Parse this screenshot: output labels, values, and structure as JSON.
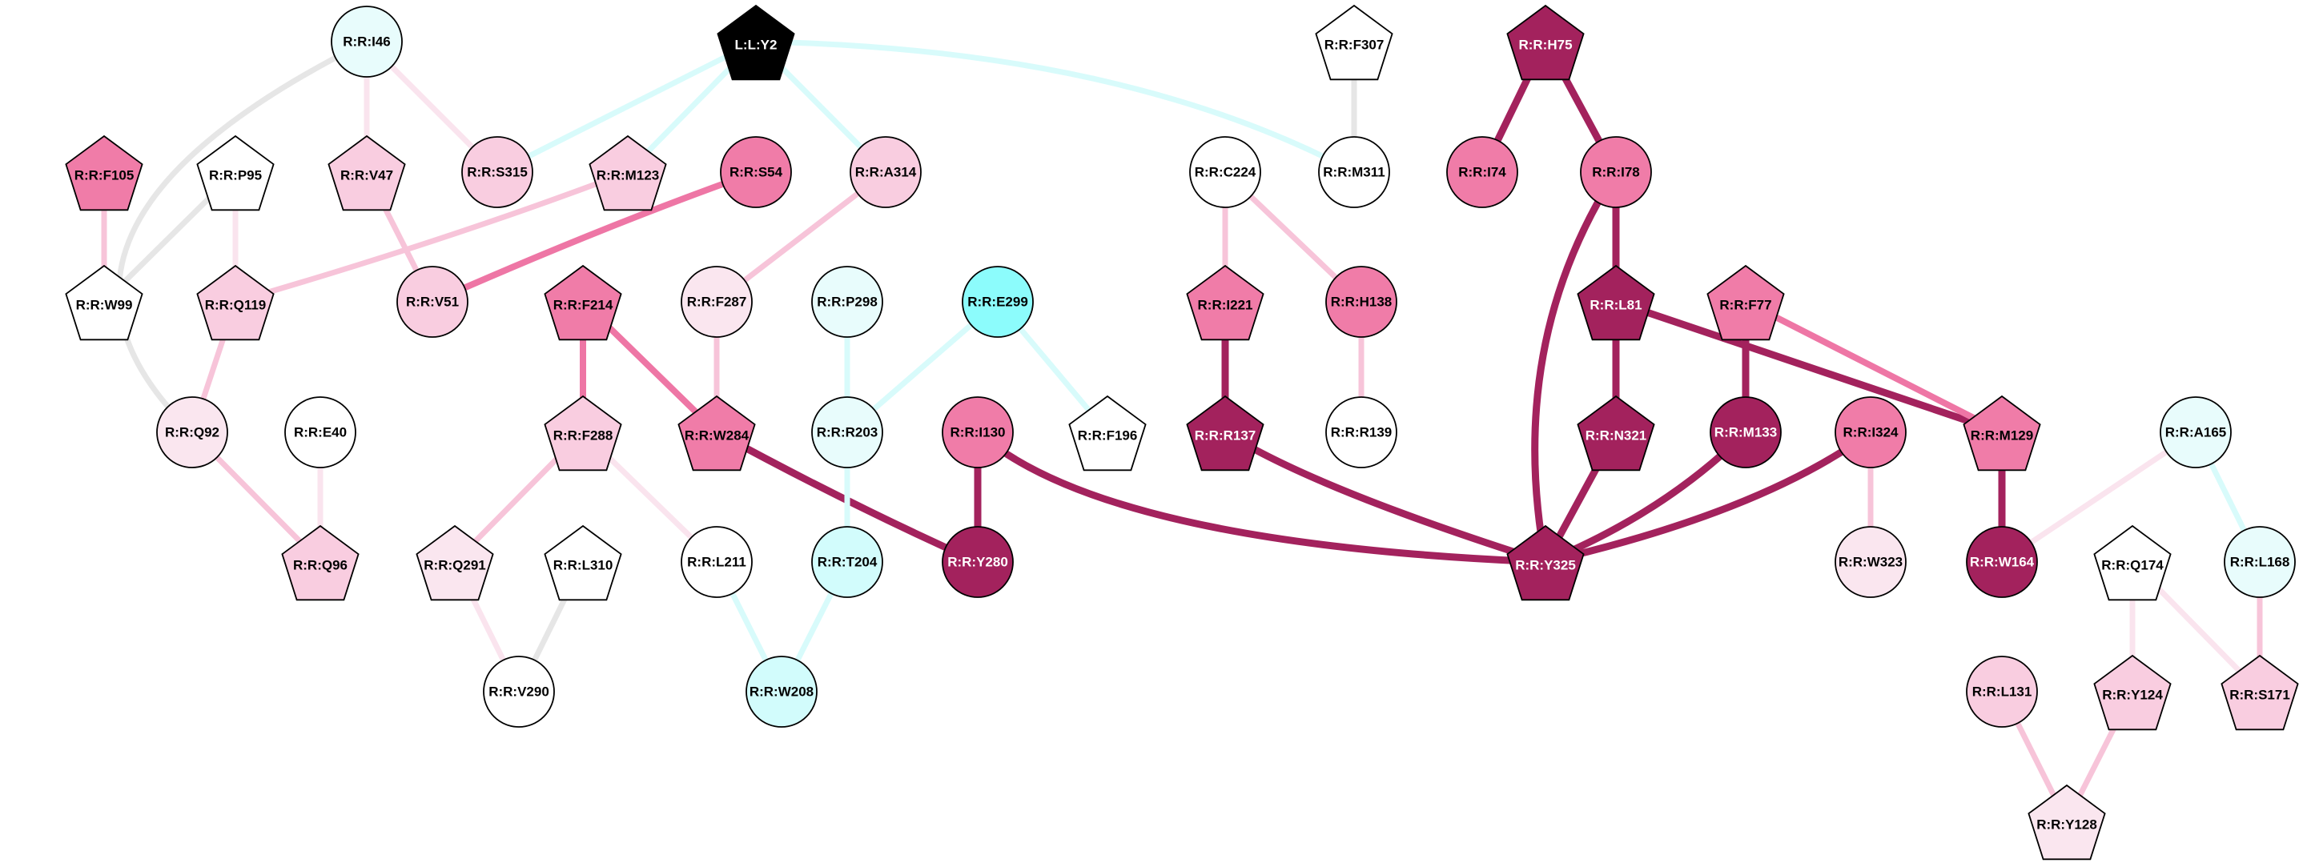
{
  "colors": {
    "white": "#ffffff",
    "black": "#000000",
    "cyan_strong": "#8cfcfc",
    "cyan_light": "#d2fcfc",
    "cyan_faint": "#e8fcfc",
    "pink_faint": "#fae6ef",
    "pink_light": "#f9cde0",
    "pink_mid": "#f07ca8",
    "magenta": "#a3225d",
    "edge_grey": "#e6e6e6",
    "edge_cyan": "#d8fbfb",
    "edge_cyan_faint": "#e8fcfc",
    "edge_pink_faint": "#fae4ee",
    "edge_pink_light": "#f7c4d9",
    "edge_pink_mid": "#ee76a5",
    "edge_magenta": "#a3225d"
  },
  "nodes": [
    {
      "id": "L:L:Y2",
      "shape": "pentagon",
      "fill": "black",
      "text": "white"
    },
    {
      "id": "R:R:I46",
      "shape": "circle",
      "fill": "cyan_faint"
    },
    {
      "id": "R:R:F105",
      "shape": "pentagon",
      "fill": "pink_mid"
    },
    {
      "id": "R:R:P95",
      "shape": "pentagon",
      "fill": "white"
    },
    {
      "id": "R:R:V47",
      "shape": "pentagon",
      "fill": "pink_light"
    },
    {
      "id": "R:R:S315",
      "shape": "circle",
      "fill": "pink_light"
    },
    {
      "id": "R:R:M123",
      "shape": "pentagon",
      "fill": "pink_light"
    },
    {
      "id": "R:R:S54",
      "shape": "circle",
      "fill": "pink_mid"
    },
    {
      "id": "R:R:A314",
      "shape": "circle",
      "fill": "pink_light"
    },
    {
      "id": "R:R:W99",
      "shape": "pentagon",
      "fill": "white"
    },
    {
      "id": "R:R:Q119",
      "shape": "pentagon",
      "fill": "pink_light"
    },
    {
      "id": "R:R:V51",
      "shape": "circle",
      "fill": "pink_light"
    },
    {
      "id": "R:R:F214",
      "shape": "pentagon",
      "fill": "pink_mid"
    },
    {
      "id": "R:R:F287",
      "shape": "circle",
      "fill": "pink_faint"
    },
    {
      "id": "R:R:P298",
      "shape": "circle",
      "fill": "cyan_faint"
    },
    {
      "id": "R:R:E299",
      "shape": "circle",
      "fill": "cyan_strong"
    },
    {
      "id": "R:R:Q92",
      "shape": "circle",
      "fill": "pink_faint"
    },
    {
      "id": "R:R:E40",
      "shape": "circle",
      "fill": "white"
    },
    {
      "id": "R:R:F288",
      "shape": "pentagon",
      "fill": "pink_light"
    },
    {
      "id": "R:R:W284",
      "shape": "pentagon",
      "fill": "pink_mid"
    },
    {
      "id": "R:R:R203",
      "shape": "circle",
      "fill": "cyan_faint"
    },
    {
      "id": "R:R:F196",
      "shape": "pentagon",
      "fill": "white"
    },
    {
      "id": "R:R:I130",
      "shape": "circle",
      "fill": "pink_mid"
    },
    {
      "id": "R:R:Q96",
      "shape": "pentagon",
      "fill": "pink_light"
    },
    {
      "id": "R:R:Q291",
      "shape": "pentagon",
      "fill": "pink_faint"
    },
    {
      "id": "R:R:L310",
      "shape": "pentagon",
      "fill": "white"
    },
    {
      "id": "R:R:L211",
      "shape": "circle",
      "fill": "white"
    },
    {
      "id": "R:R:T204",
      "shape": "circle",
      "fill": "cyan_light"
    },
    {
      "id": "R:R:Y280",
      "shape": "circle",
      "fill": "magenta",
      "text": "white"
    },
    {
      "id": "R:R:V290",
      "shape": "circle",
      "fill": "white"
    },
    {
      "id": "R:R:W208",
      "shape": "circle",
      "fill": "cyan_light"
    },
    {
      "id": "R:R:F307",
      "shape": "pentagon",
      "fill": "white"
    },
    {
      "id": "R:R:M311",
      "shape": "circle",
      "fill": "white"
    },
    {
      "id": "R:R:C224",
      "shape": "circle",
      "fill": "white"
    },
    {
      "id": "R:R:I221",
      "shape": "pentagon",
      "fill": "pink_mid"
    },
    {
      "id": "R:R:H138",
      "shape": "circle",
      "fill": "pink_mid"
    },
    {
      "id": "R:R:R137",
      "shape": "pentagon",
      "fill": "magenta",
      "text": "white"
    },
    {
      "id": "R:R:R139",
      "shape": "circle",
      "fill": "white"
    },
    {
      "id": "R:R:H75",
      "shape": "pentagon",
      "fill": "magenta",
      "text": "white"
    },
    {
      "id": "R:R:I74",
      "shape": "circle",
      "fill": "pink_mid"
    },
    {
      "id": "R:R:I78",
      "shape": "circle",
      "fill": "pink_mid"
    },
    {
      "id": "R:R:L81",
      "shape": "pentagon",
      "fill": "magenta",
      "text": "white"
    },
    {
      "id": "R:R:F77",
      "shape": "pentagon",
      "fill": "pink_mid"
    },
    {
      "id": "R:R:N321",
      "shape": "pentagon",
      "fill": "magenta",
      "text": "white"
    },
    {
      "id": "R:R:M133",
      "shape": "circle",
      "fill": "magenta",
      "text": "white"
    },
    {
      "id": "R:R:I324",
      "shape": "circle",
      "fill": "pink_mid"
    },
    {
      "id": "R:R:M129",
      "shape": "pentagon",
      "fill": "pink_mid"
    },
    {
      "id": "R:R:Y325",
      "shape": "pentagon",
      "fill": "magenta",
      "text": "white"
    },
    {
      "id": "R:R:W323",
      "shape": "circle",
      "fill": "pink_faint"
    },
    {
      "id": "R:R:W164",
      "shape": "circle",
      "fill": "magenta",
      "text": "white"
    },
    {
      "id": "R:R:A165",
      "shape": "circle",
      "fill": "cyan_faint"
    },
    {
      "id": "R:R:Q174",
      "shape": "pentagon",
      "fill": "white"
    },
    {
      "id": "R:R:L168",
      "shape": "circle",
      "fill": "cyan_faint"
    },
    {
      "id": "R:R:L131",
      "shape": "circle",
      "fill": "pink_light"
    },
    {
      "id": "R:R:Y124",
      "shape": "pentagon",
      "fill": "pink_light"
    },
    {
      "id": "R:R:S171",
      "shape": "pentagon",
      "fill": "pink_light"
    },
    {
      "id": "R:R:Y128",
      "shape": "pentagon",
      "fill": "pink_faint"
    }
  ],
  "edges": [
    {
      "from": "L:L:Y2",
      "to": "R:R:S315",
      "color": "edge_cyan",
      "weight": 2
    },
    {
      "from": "L:L:Y2",
      "to": "R:R:M123",
      "color": "edge_cyan",
      "weight": 2
    },
    {
      "from": "L:L:Y2",
      "to": "R:R:A314",
      "color": "edge_cyan",
      "weight": 2
    },
    {
      "from": "L:L:Y2",
      "to": "R:R:M311",
      "color": "edge_cyan",
      "weight": 2
    },
    {
      "from": "R:R:I46",
      "to": "R:R:V47",
      "color": "edge_pink_faint",
      "weight": 2
    },
    {
      "from": "R:R:I46",
      "to": "R:R:S315",
      "color": "edge_pink_faint",
      "weight": 2
    },
    {
      "from": "R:R:I46",
      "to": "R:R:Q92",
      "color": "edge_grey",
      "weight": 2
    },
    {
      "from": "R:R:F105",
      "to": "R:R:W99",
      "color": "edge_pink_light",
      "weight": 2
    },
    {
      "from": "R:R:P95",
      "to": "R:R:W99",
      "color": "edge_grey",
      "weight": 2
    },
    {
      "from": "R:R:P95",
      "to": "R:R:Q119",
      "color": "edge_pink_faint",
      "weight": 2
    },
    {
      "from": "R:R:V47",
      "to": "R:R:V51",
      "color": "edge_pink_light",
      "weight": 2
    },
    {
      "from": "R:R:M123",
      "to": "R:R:Q119",
      "color": "edge_pink_light",
      "weight": 2
    },
    {
      "from": "R:R:S54",
      "to": "R:R:V51",
      "color": "edge_pink_mid",
      "weight": 3
    },
    {
      "from": "R:R:A314",
      "to": "R:R:F287",
      "color": "edge_pink_light",
      "weight": 2
    },
    {
      "from": "R:R:Q119",
      "to": "R:R:Q92",
      "color": "edge_pink_light",
      "weight": 2
    },
    {
      "from": "R:R:Q92",
      "to": "R:R:Q96",
      "color": "edge_pink_light",
      "weight": 2
    },
    {
      "from": "R:R:E40",
      "to": "R:R:Q96",
      "color": "edge_pink_faint",
      "weight": 2
    },
    {
      "from": "R:R:F214",
      "to": "R:R:F288",
      "color": "edge_pink_mid",
      "weight": 3
    },
    {
      "from": "R:R:F214",
      "to": "R:R:W284",
      "color": "edge_pink_mid",
      "weight": 3
    },
    {
      "from": "R:R:F287",
      "to": "R:R:W284",
      "color": "edge_pink_light",
      "weight": 2
    },
    {
      "from": "R:R:P298",
      "to": "R:R:R203",
      "color": "edge_cyan",
      "weight": 2
    },
    {
      "from": "R:R:E299",
      "to": "R:R:R203",
      "color": "edge_cyan",
      "weight": 2
    },
    {
      "from": "R:R:E299",
      "to": "R:R:F196",
      "color": "edge_cyan",
      "weight": 2
    },
    {
      "from": "R:R:F288",
      "to": "R:R:Q291",
      "color": "edge_pink_light",
      "weight": 2
    },
    {
      "from": "R:R:F288",
      "to": "R:R:L211",
      "color": "edge_pink_faint",
      "weight": 2
    },
    {
      "from": "R:R:W284",
      "to": "R:R:Y280",
      "color": "edge_magenta",
      "weight": 4
    },
    {
      "from": "R:R:R203",
      "to": "R:R:T204",
      "color": "edge_cyan",
      "weight": 2
    },
    {
      "from": "R:R:I130",
      "to": "R:R:Y280",
      "color": "edge_magenta",
      "weight": 4
    },
    {
      "from": "R:R:I130",
      "to": "R:R:Y325",
      "color": "edge_magenta",
      "weight": 4
    },
    {
      "from": "R:R:Q291",
      "to": "R:R:V290",
      "color": "edge_pink_faint",
      "weight": 2
    },
    {
      "from": "R:R:L310",
      "to": "R:R:V290",
      "color": "edge_grey",
      "weight": 2
    },
    {
      "from": "R:R:L211",
      "to": "R:R:W208",
      "color": "edge_cyan",
      "weight": 2
    },
    {
      "from": "R:R:T204",
      "to": "R:R:W208",
      "color": "edge_cyan",
      "weight": 2
    },
    {
      "from": "R:R:F307",
      "to": "R:R:M311",
      "color": "edge_grey",
      "weight": 2
    },
    {
      "from": "R:R:C224",
      "to": "R:R:I221",
      "color": "edge_pink_light",
      "weight": 2
    },
    {
      "from": "R:R:C224",
      "to": "R:R:H138",
      "color": "edge_pink_light",
      "weight": 2
    },
    {
      "from": "R:R:I221",
      "to": "R:R:R137",
      "color": "edge_magenta",
      "weight": 4
    },
    {
      "from": "R:R:H138",
      "to": "R:R:R139",
      "color": "edge_pink_light",
      "weight": 2
    },
    {
      "from": "R:R:R137",
      "to": "R:R:Y325",
      "color": "edge_magenta",
      "weight": 4
    },
    {
      "from": "R:R:H75",
      "to": "R:R:I74",
      "color": "edge_magenta",
      "weight": 4
    },
    {
      "from": "R:R:H75",
      "to": "R:R:I78",
      "color": "edge_magenta",
      "weight": 4
    },
    {
      "from": "R:R:I78",
      "to": "R:R:L81",
      "color": "edge_magenta",
      "weight": 4
    },
    {
      "from": "R:R:I78",
      "to": "R:R:Y325",
      "color": "edge_magenta",
      "weight": 4
    },
    {
      "from": "R:R:L81",
      "to": "R:R:N321",
      "color": "edge_magenta",
      "weight": 4
    },
    {
      "from": "R:R:L81",
      "to": "R:R:M129",
      "color": "edge_magenta",
      "weight": 4
    },
    {
      "from": "R:R:F77",
      "to": "R:R:M133",
      "color": "edge_magenta",
      "weight": 4
    },
    {
      "from": "R:R:F77",
      "to": "R:R:M129",
      "color": "edge_pink_mid",
      "weight": 3
    },
    {
      "from": "R:R:N321",
      "to": "R:R:Y325",
      "color": "edge_magenta",
      "weight": 4
    },
    {
      "from": "R:R:M133",
      "to": "R:R:Y325",
      "color": "edge_magenta",
      "weight": 4
    },
    {
      "from": "R:R:I324",
      "to": "R:R:Y325",
      "color": "edge_magenta",
      "weight": 4
    },
    {
      "from": "R:R:I324",
      "to": "R:R:W323",
      "color": "edge_pink_light",
      "weight": 2
    },
    {
      "from": "R:R:M129",
      "to": "R:R:W164",
      "color": "edge_magenta",
      "weight": 4
    },
    {
      "from": "R:R:A165",
      "to": "R:R:W164",
      "color": "edge_pink_faint",
      "weight": 2
    },
    {
      "from": "R:R:A165",
      "to": "R:R:L168",
      "color": "edge_cyan",
      "weight": 2
    },
    {
      "from": "R:R:Q174",
      "to": "R:R:Y124",
      "color": "edge_pink_faint",
      "weight": 2
    },
    {
      "from": "R:R:Q174",
      "to": "R:R:S171",
      "color": "edge_pink_faint",
      "weight": 2
    },
    {
      "from": "R:R:L168",
      "to": "R:R:S171",
      "color": "edge_pink_light",
      "weight": 2
    },
    {
      "from": "R:R:L131",
      "to": "R:R:Y128",
      "color": "edge_pink_light",
      "weight": 2
    },
    {
      "from": "R:R:Y124",
      "to": "R:R:Y128",
      "color": "edge_pink_light",
      "weight": 2
    }
  ]
}
